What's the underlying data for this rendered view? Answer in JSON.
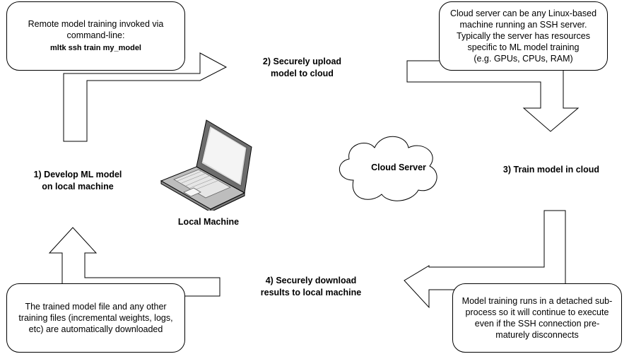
{
  "boxes": {
    "invoke": {
      "lines": [
        "Remote model training invoked via",
        "command-line:"
      ],
      "command": "mltk ssh train my_model"
    },
    "server": {
      "lines": [
        "Cloud server can be any Linux-based",
        "machine running an SSH server.",
        "Typically the server has resources",
        "specific to ML model training",
        "(e.g. GPUs, CPUs, RAM)"
      ]
    },
    "detached": {
      "lines": [
        "Model training runs in a detached sub-",
        "process so it will continue to execute",
        "even if the SSH connection pre-",
        "maturely disconnects"
      ]
    },
    "download": {
      "lines": [
        "The trained model file and any other",
        "training files (incremental weights, logs,",
        "etc) are automatically downloaded"
      ]
    }
  },
  "steps": {
    "step1": [
      "1) Develop ML model",
      "on local machine"
    ],
    "step2": [
      "2) Securely upload",
      "model to cloud"
    ],
    "step3": [
      "3) Train model in cloud"
    ],
    "step4": [
      "4) Securely download",
      "results to local machine"
    ]
  },
  "nodes": {
    "local_machine": "Local Machine",
    "cloud_server": "Cloud Server"
  },
  "colors": {
    "stroke": "#000000",
    "laptop_dark": "#6d6d6d",
    "laptop_light": "#bdbdbd",
    "screen": "#d9d9d9"
  }
}
